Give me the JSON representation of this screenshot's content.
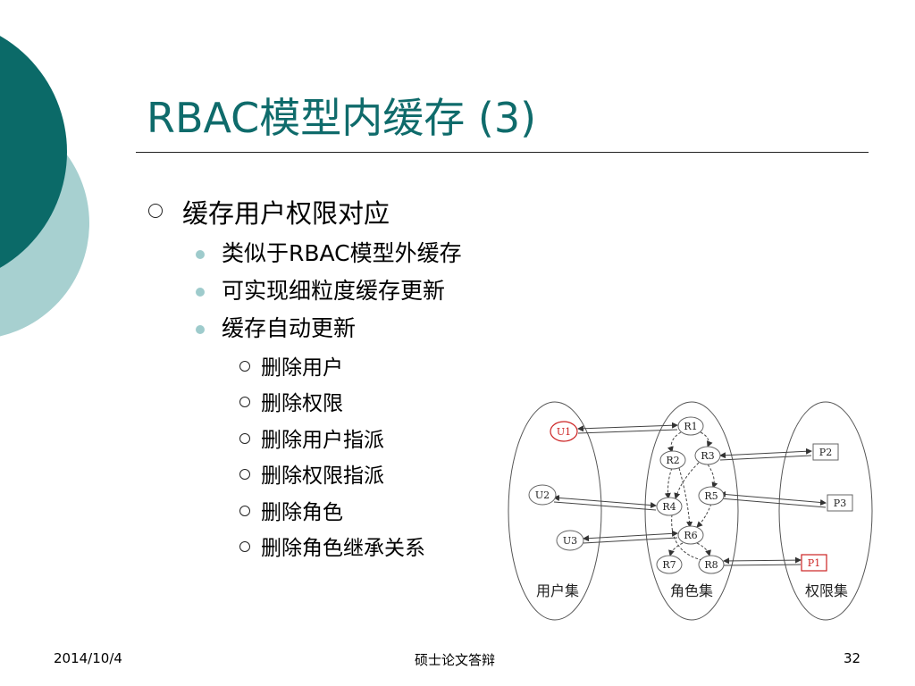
{
  "slide": {
    "title": "RBAC模型内缓存 (3)",
    "bullets": [
      {
        "text": "缓存用户权限对应",
        "children": [
          {
            "text": "类似于RBAC模型外缓存"
          },
          {
            "text": "可实现细粒度缓存更新"
          },
          {
            "text": "缓存自动更新",
            "children": [
              "删除用户",
              "删除权限",
              "删除用户指派",
              "删除权限指派",
              "删除角色",
              "删除角色继承关系"
            ]
          }
        ]
      }
    ]
  },
  "diagram": {
    "user_set_label": "用户集",
    "role_set_label": "角色集",
    "perm_set_label": "权限集",
    "users": [
      "U1",
      "U2",
      "U3"
    ],
    "roles": [
      "R1",
      "R2",
      "R3",
      "R4",
      "R5",
      "R6",
      "R7",
      "R8"
    ],
    "perms": [
      "P2",
      "P3",
      "P1"
    ],
    "highlight_color": "#cc2222"
  },
  "footer": {
    "date": "2014/10/4",
    "center": "硕士论文答辩",
    "page": "32"
  },
  "colors": {
    "dark_teal": "#0b6a68",
    "light_teal": "#a7d0d0",
    "title": "#0f6b6b"
  }
}
